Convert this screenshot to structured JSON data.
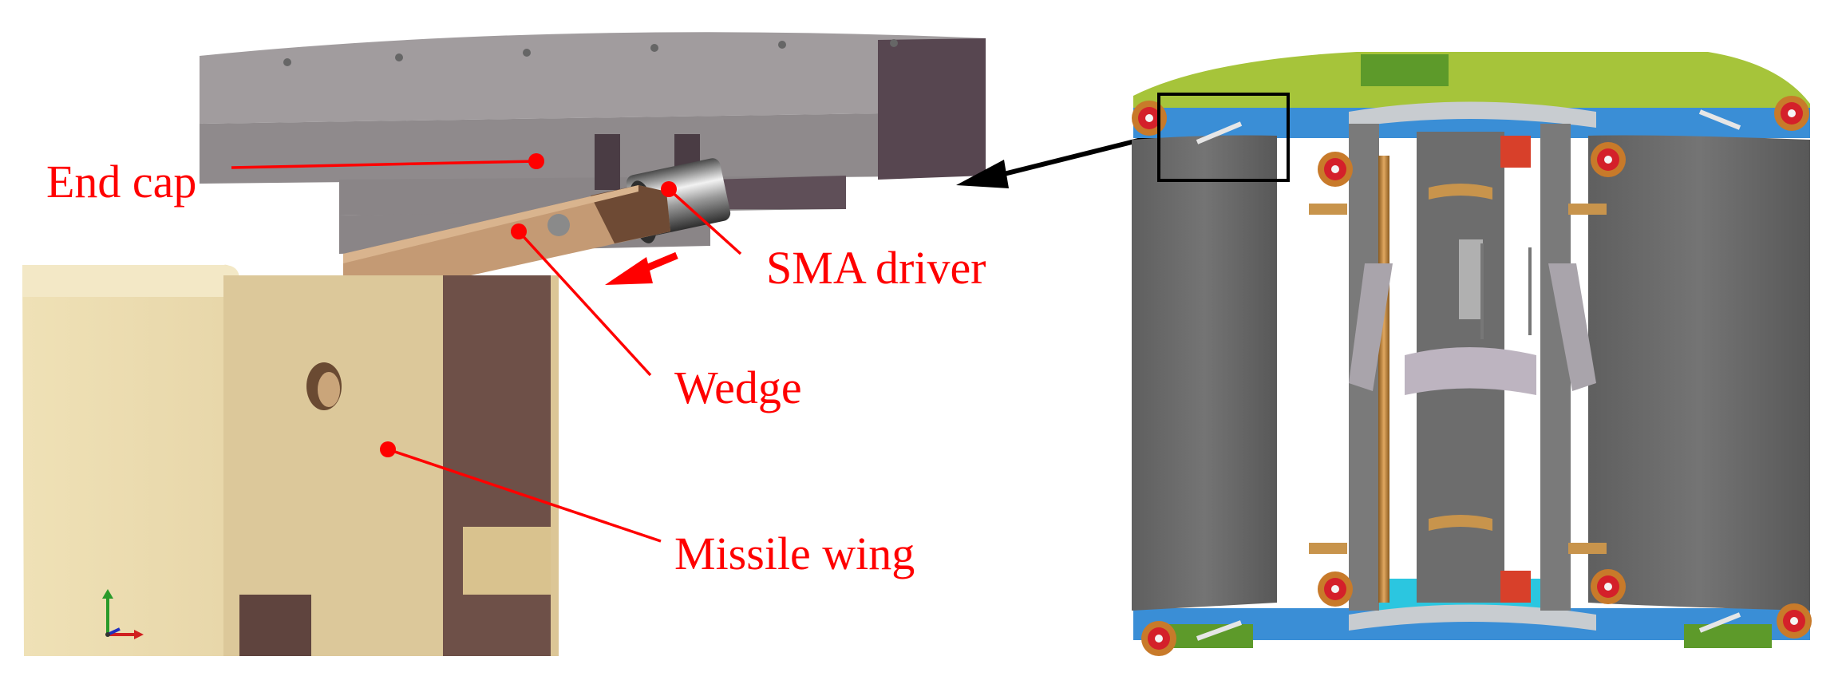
{
  "labels": {
    "end_cap": "End cap",
    "sma_driver": "SMA driver",
    "wedge": "Wedge",
    "missile_wing": "Missile wing"
  },
  "colors": {
    "callout": "#ff0000",
    "end_cap_gray": "#8f8a8c",
    "end_cap_dark": "#574650",
    "wedge_tan": "#c49a74",
    "wing_cream": "#e8d6a6",
    "wing_shadow": "#6e5048",
    "assembly_green": "#a6c43a",
    "assembly_blue": "#3a8ed6",
    "panel_gray": "#6c6c6c",
    "roller_red": "#d4202a",
    "brass": "#c8944c"
  }
}
